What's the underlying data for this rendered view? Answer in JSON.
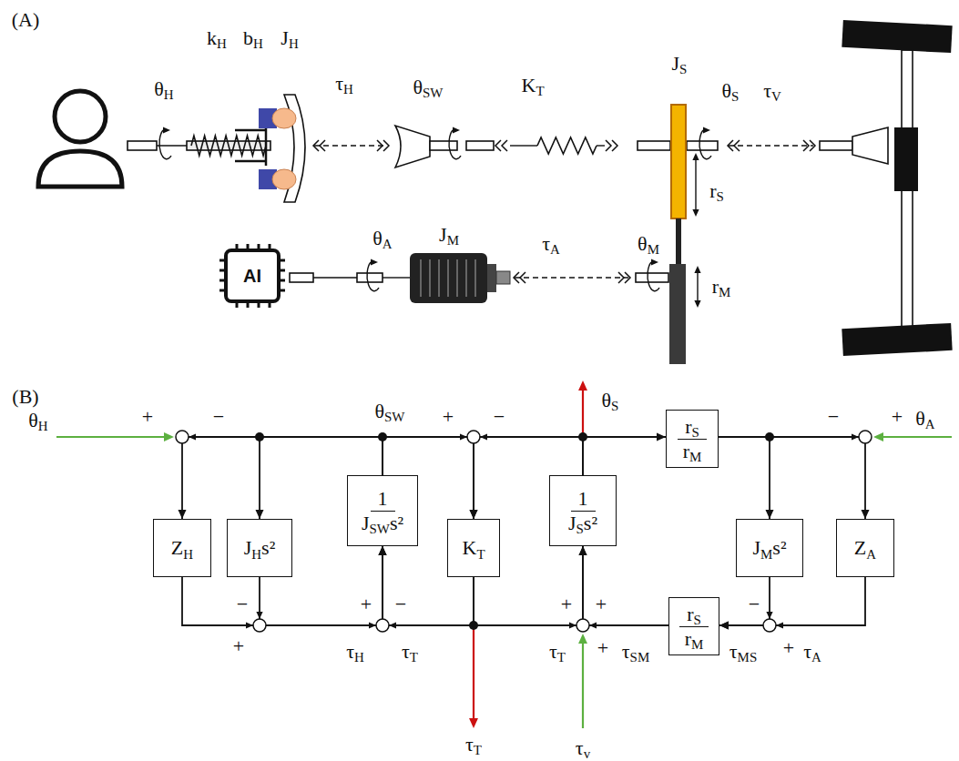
{
  "diagram": {
    "nodes": [
      {
        "text": [
          "ZH"
        ]
      },
      {
        "text": [
          "JHs²"
        ]
      },
      {
        "text": [
          "1",
          "JSWs²"
        ]
      },
      {
        "text": [
          "KT"
        ]
      },
      {
        "text": [
          "1",
          "JSs²"
        ]
      },
      {
        "text": [
          "rS",
          "rM"
        ]
      },
      {
        "text": [
          "JMs²"
        ]
      },
      {
        "text": [
          "ZA"
        ]
      },
      {
        "text": [
          "rS",
          "rM"
        ]
      }
    ],
    "edges": [
      {
        "from": 2,
        "to": 0,
        "arrow": "to"
      },
      {
        "from": 2,
        "to": 1,
        "arrow": "to"
      },
      {
        "from": 2,
        "to": 3,
        "arrow": "to"
      },
      {
        "from": 0,
        "to": 2,
        "arrow": "to"
      },
      {
        "from": 1,
        "to": 2,
        "arrow": "to"
      },
      {
        "from": 3,
        "to": 2,
        "arrow": "to"
      },
      {
        "from": 3,
        "to": 4,
        "arrow": "to"
      },
      {
        "from": 4,
        "to": 3,
        "arrow": "to"
      },
      {
        "from": 4,
        "to": 5,
        "arrow": "to"
      },
      {
        "from": 5,
        "to": 6,
        "arrow": "to"
      },
      {
        "from": 5,
        "to": 7,
        "arrow": "to"
      },
      {
        "from": 6,
        "to": 8,
        "arrow": "to"
      },
      {
        "from": 7,
        "to": 8,
        "arrow": "to"
      },
      {
        "from": 8,
        "to": 4,
        "arrow": "to"
      }
    ],
    "labels": [
      "(A)",
      "θH",
      "kH",
      "bH",
      "JH",
      "τH",
      "θSW",
      "KT",
      "JS",
      "θS",
      "τV",
      "rS",
      "AI",
      "θA",
      "JM",
      "τA",
      "θM",
      "rM",
      "(B)",
      "θH",
      "+",
      "−",
      "θSW",
      "+",
      "−",
      "θS",
      "−",
      "+",
      "θA",
      "−",
      "+",
      "τH",
      "+",
      "−",
      "τT",
      "τT",
      "+",
      "+",
      "τT",
      "+",
      "τSM",
      "τv",
      "−",
      "τMS",
      "+",
      "τA"
    ]
  }
}
